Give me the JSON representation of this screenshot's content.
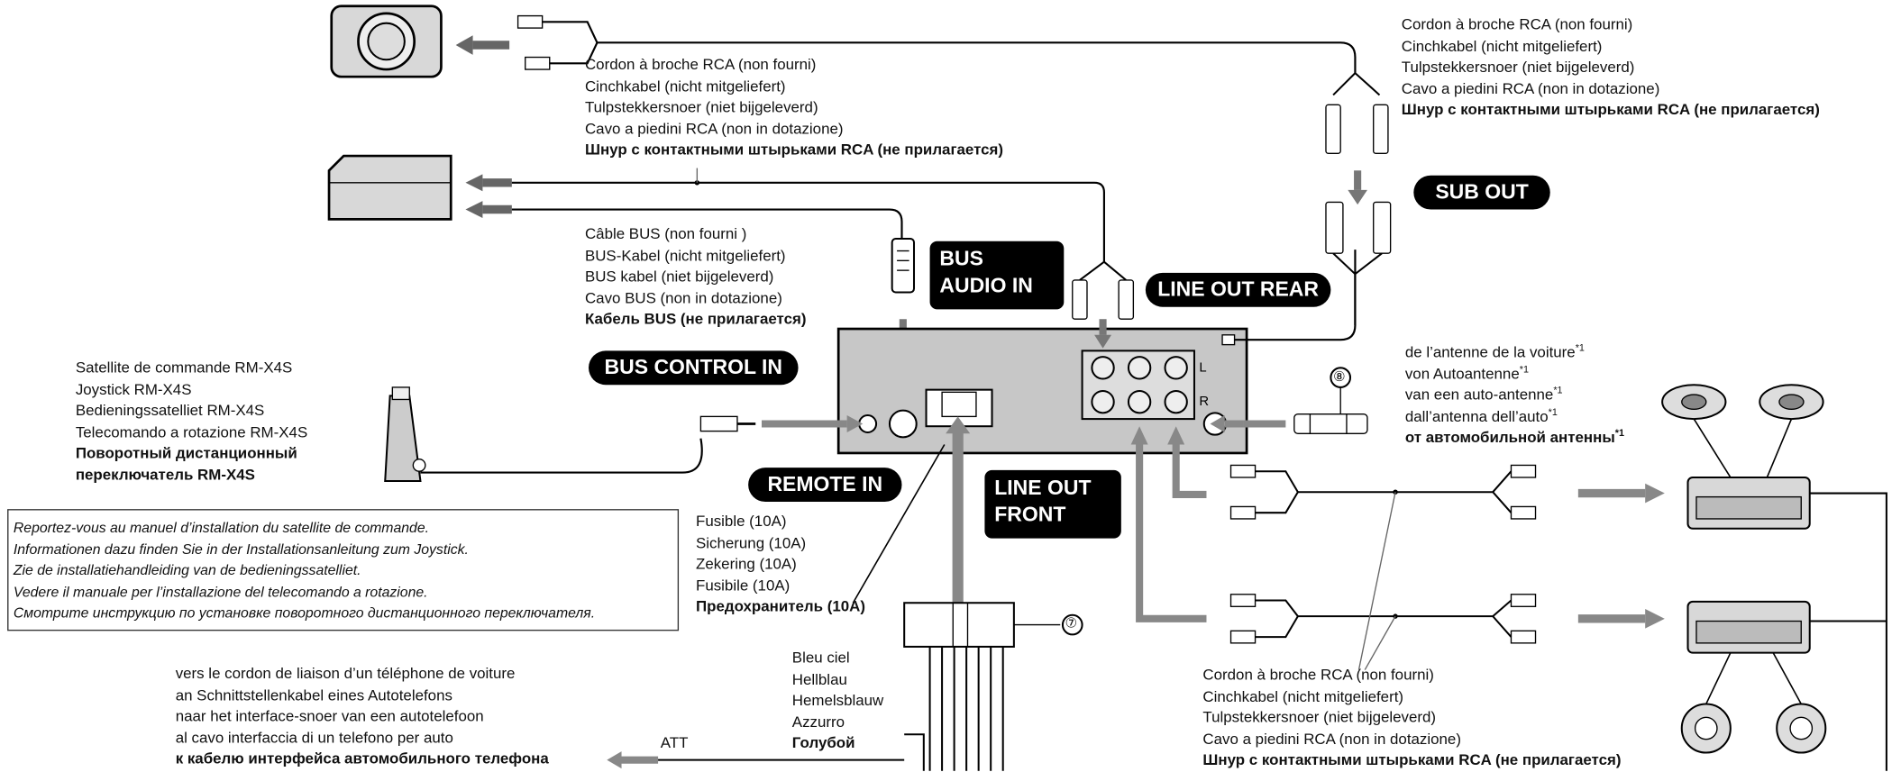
{
  "speaker_group_top_right": {
    "lines": [
      "Cordon à broche RCA (non fourni)",
      "Cinchkabel (nicht mitgeliefert)",
      "Tulpstekkersnoer (niet bijgeleverd)",
      "Cavo a piedini RCA (non in dotazione)",
      "Шнур с контактными штырьками RCA (не прилагается)"
    ]
  },
  "rca_cord_top": {
    "lines": [
      "Cordon à broche RCA (non fourni)",
      "Cinchkabel (nicht mitgeliefert)",
      "Tulpstekkersnoer (niet bijgeleverd)",
      "Cavo a piedini RCA (non in dotazione)",
      "Шнур с контактными штырьками RCA (не прилагается)"
    ]
  },
  "bus_cable": {
    "lines": [
      "Câble BUS (non fourni )",
      "BUS-Kabel (nicht mitgeliefert)",
      "BUS kabel (niet bijgeleverd)",
      "Cavo BUS (non in dotazione)",
      "Кабель BUS (не прилагается)"
    ]
  },
  "rm_x4s": {
    "lines": [
      "Satellite de commande RM-X4S",
      "Joystick RM-X4S",
      "Bedieningssatelliet RM-X4S",
      "Telecomando a rotazione RM-X4S",
      "Поворотный дистанционный",
      "переключатель RM-X4S"
    ]
  },
  "note_box": {
    "lines": [
      "Reportez-vous au manuel d’installation du satellite de commande.",
      "Informationen dazu finden Sie in der Installationsanleitung zum Joystick.",
      "Zie de installatiehandleiding van de bedieningssatelliet.",
      "Vedere il manuale per l’installazione del telecomando a rotazione.",
      "Смотрите инструкцию по установке поворотного дистанционного переключателя."
    ]
  },
  "fuse": {
    "lines": [
      "Fusible (10A)",
      "Sicherung (10A)",
      "Zekering (10A)",
      "Fusibile (10A)",
      "Предохранитель (10A)"
    ]
  },
  "antenna": {
    "lines": [
      "de l’antenne de la voiture",
      "von Autoantenne",
      "van een auto-antenne",
      "dall’antenna dell’auto",
      "от автомобильной антенны"
    ],
    "footnote_mark": "*1"
  },
  "rca_cord_bottom": {
    "lines": [
      "Cordon à broche RCA (non fourni)",
      "Cinchkabel (nicht mitgeliefert)",
      "Tulpstekkersnoer (niet bijgeleverd)",
      "Cavo a piedini RCA (non in dotazione)",
      "Шнур с контактными штырьками RCA (не прилагается)"
    ]
  },
  "telephone": {
    "lines": [
      "vers le cordon de liaison d’un téléphone de voiture",
      "an Schnittstellenkabel eines Autotelefons",
      "naar het interface-snoer van een autotelefoon",
      "al cavo interfaccia di un telefono per auto",
      "к кабелю интерфейса автомобильного телефона"
    ],
    "att_label": "ATT"
  },
  "wire_color": {
    "lines": [
      "Bleu ciel",
      "Hellblau",
      "Hemelsblauw",
      "Azzurro",
      "Голубой"
    ]
  },
  "labels": {
    "sub_out": "SUB OUT",
    "bus_audio_in_1": "BUS",
    "bus_audio_in_2": "AUDIO IN",
    "line_out_rear": "LINE OUT REAR",
    "bus_control_in": "BUS CONTROL IN",
    "remote_in": "REMOTE IN",
    "line_out_front_1": "LINE OUT",
    "line_out_front_2": "FRONT",
    "left": "L",
    "right": "R"
  },
  "callouts": {
    "seven": "⑦",
    "eight": "⑧"
  }
}
